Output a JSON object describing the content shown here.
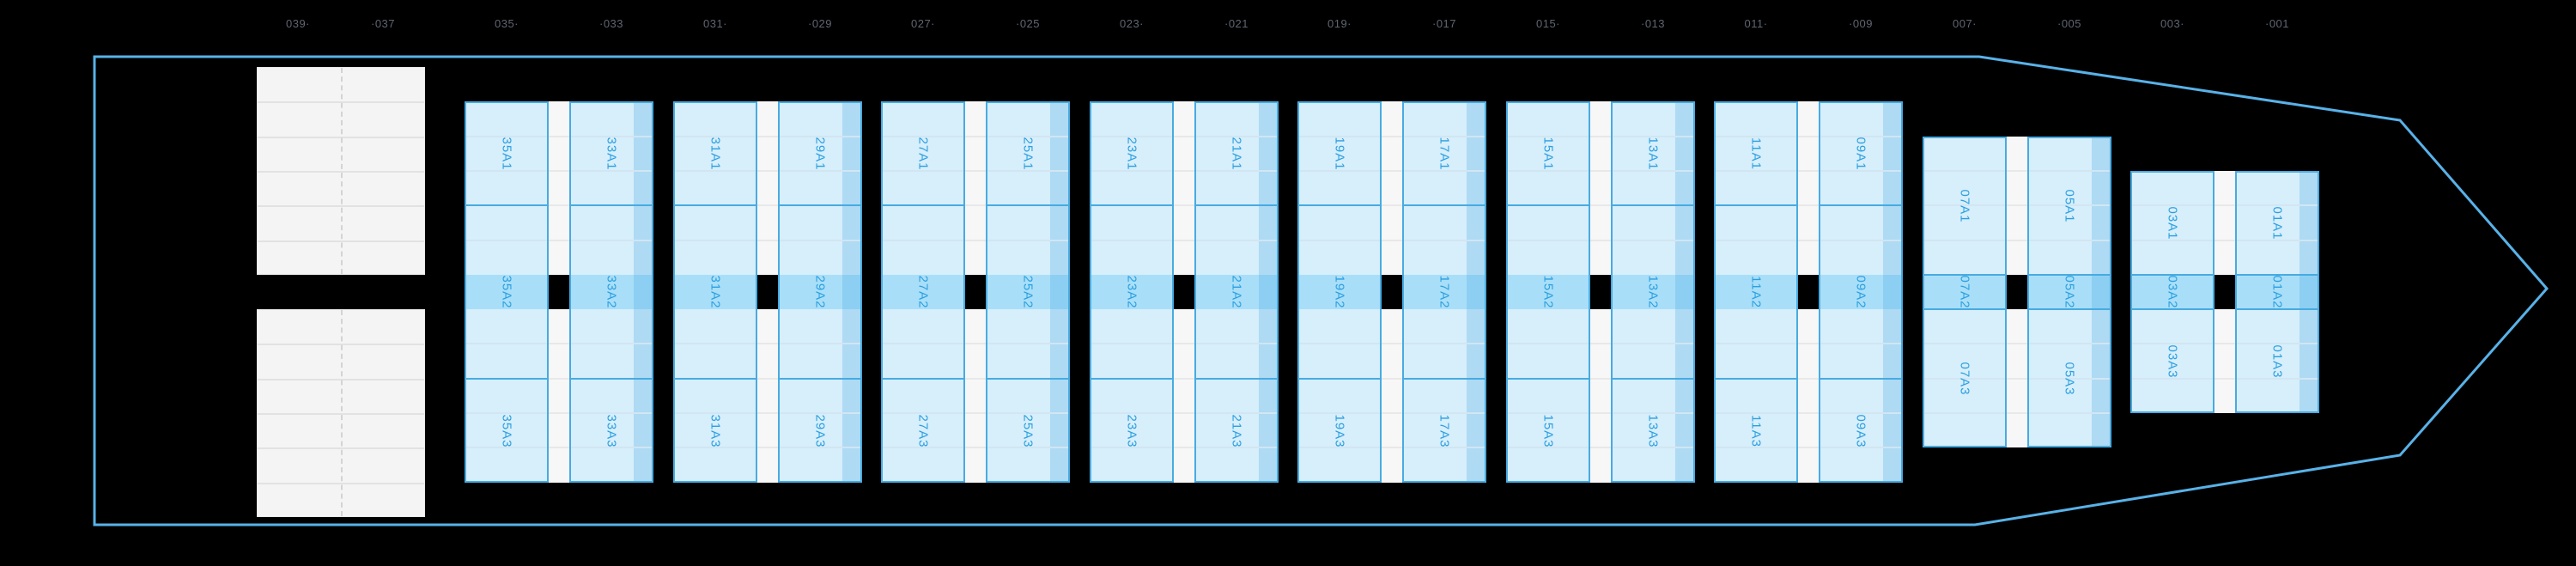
{
  "ruler": {
    "labels": [
      {
        "text": "039·"
      },
      {
        "text": "·037"
      },
      {
        "text": "035·"
      },
      {
        "text": "·033"
      },
      {
        "text": "031·"
      },
      {
        "text": "·029"
      },
      {
        "text": "027·"
      },
      {
        "text": "·025"
      },
      {
        "text": "023·"
      },
      {
        "text": "·021"
      },
      {
        "text": "019·"
      },
      {
        "text": "·017"
      },
      {
        "text": "015·"
      },
      {
        "text": "·013"
      },
      {
        "text": "011·"
      },
      {
        "text": "·009"
      },
      {
        "text": "007·"
      },
      {
        "text": "·005"
      },
      {
        "text": "003·"
      },
      {
        "text": "·001"
      }
    ]
  },
  "plan": {
    "groups": [
      {
        "size": "full",
        "left": {
          "cells": [
            {
              "label": "35A1"
            },
            {
              "label": "35A2"
            },
            {
              "label": "35A3"
            }
          ]
        },
        "right": {
          "cells": [
            {
              "label": "33A1"
            },
            {
              "label": "33A2"
            },
            {
              "label": "33A3"
            }
          ]
        }
      },
      {
        "size": "full",
        "left": {
          "cells": [
            {
              "label": "31A1"
            },
            {
              "label": "31A2"
            },
            {
              "label": "31A3"
            }
          ]
        },
        "right": {
          "cells": [
            {
              "label": "29A1"
            },
            {
              "label": "29A2"
            },
            {
              "label": "29A3"
            }
          ]
        }
      },
      {
        "size": "full",
        "left": {
          "cells": [
            {
              "label": "27A1"
            },
            {
              "label": "27A2"
            },
            {
              "label": "27A3"
            }
          ]
        },
        "right": {
          "cells": [
            {
              "label": "25A1"
            },
            {
              "label": "25A2"
            },
            {
              "label": "25A3"
            }
          ]
        }
      },
      {
        "size": "full",
        "left": {
          "cells": [
            {
              "label": "23A1"
            },
            {
              "label": "23A2"
            },
            {
              "label": "23A3"
            }
          ]
        },
        "right": {
          "cells": [
            {
              "label": "21A1"
            },
            {
              "label": "21A2"
            },
            {
              "label": "21A3"
            }
          ]
        }
      },
      {
        "size": "full",
        "left": {
          "cells": [
            {
              "label": "19A1"
            },
            {
              "label": "19A2"
            },
            {
              "label": "19A3"
            }
          ]
        },
        "right": {
          "cells": [
            {
              "label": "17A1"
            },
            {
              "label": "17A2"
            },
            {
              "label": "17A3"
            }
          ]
        }
      },
      {
        "size": "full",
        "left": {
          "cells": [
            {
              "label": "15A1"
            },
            {
              "label": "15A2"
            },
            {
              "label": "15A3"
            }
          ]
        },
        "right": {
          "cells": [
            {
              "label": "13A1"
            },
            {
              "label": "13A2"
            },
            {
              "label": "13A3"
            }
          ]
        }
      },
      {
        "size": "full",
        "left": {
          "cells": [
            {
              "label": "11A1"
            },
            {
              "label": "11A2"
            },
            {
              "label": "11A3"
            }
          ]
        },
        "right": {
          "cells": [
            {
              "label": "09A1"
            },
            {
              "label": "09A2"
            },
            {
              "label": "09A3"
            }
          ]
        }
      },
      {
        "size": "mid",
        "left": {
          "cells": [
            {
              "label": "07A1"
            },
            {
              "label": "07A2"
            },
            {
              "label": "07A3"
            }
          ]
        },
        "right": {
          "cells": [
            {
              "label": "05A1"
            },
            {
              "label": "05A2"
            },
            {
              "label": "05A3"
            }
          ]
        }
      },
      {
        "size": "small",
        "left": {
          "cells": [
            {
              "label": "03A1"
            },
            {
              "label": "03A2"
            },
            {
              "label": "03A3"
            }
          ]
        },
        "right": {
          "cells": [
            {
              "label": "01A1"
            },
            {
              "label": "01A2"
            },
            {
              "label": "01A3"
            }
          ]
        }
      }
    ]
  },
  "colors": {
    "background": "#000000",
    "hull_outline": "#58b2e8",
    "cell_fill": "#d7eefb",
    "deck_row_highlight": "#a9def8",
    "bay_border": "#47abe1",
    "bay_label_text": "#2aa0e0",
    "ruler_text": "#5f6571",
    "hatch_strip": "#f7f7f7",
    "empty_hold_fill": "#f4f4f4"
  }
}
